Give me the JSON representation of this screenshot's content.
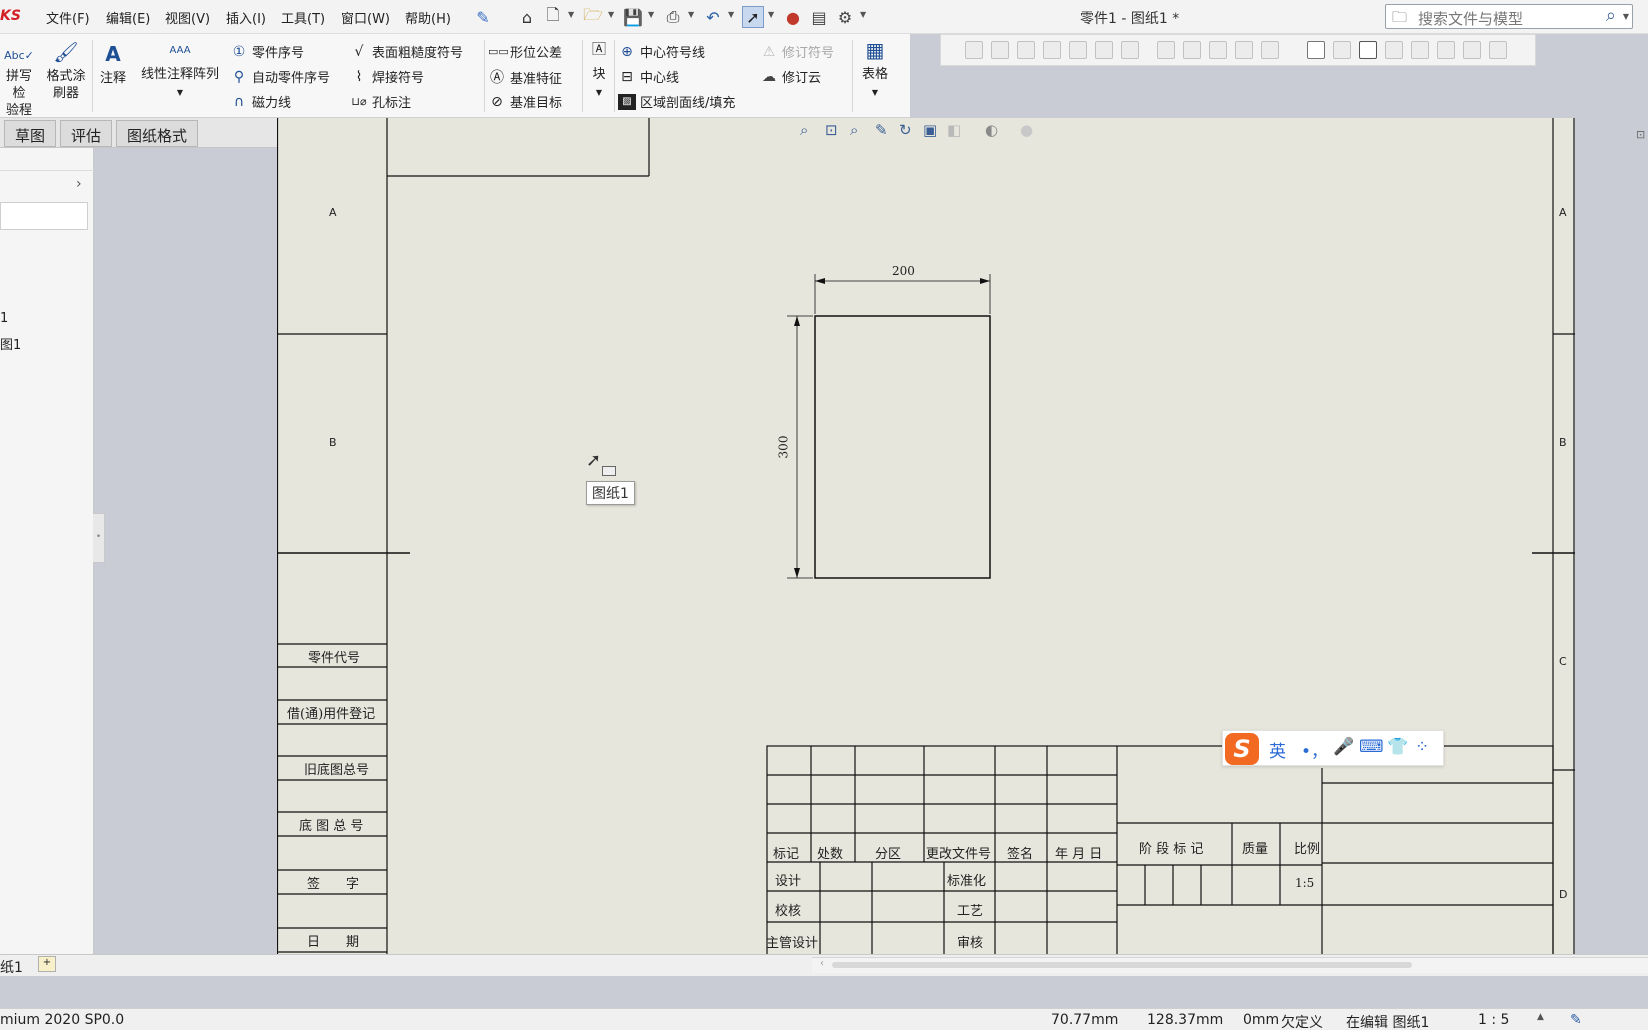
{
  "menubar": {
    "logo": "KS",
    "items": [
      "文件(F)",
      "编辑(E)",
      "视图(V)",
      "插入(I)",
      "工具(T)",
      "窗口(W)",
      "帮助(H)"
    ],
    "title": "零件1 - 图纸1 *",
    "search_placeholder": "搜索文件与模型"
  },
  "ribbon": {
    "spell_check_label_1": "拼写检",
    "spell_check_label_2": "验程序",
    "format_painter_label_1": "格式涂",
    "format_painter_label_2": "刷器",
    "note_label": "注释",
    "linear_pattern_label": "线性注释阵列",
    "balloon": "零件序号",
    "auto_balloon": "自动零件序号",
    "magnetic_line": "磁力线",
    "surface_finish": "表面粗糙度符号",
    "weld_symbol": "焊接符号",
    "hole_callout": "孔标注",
    "gtol": "形位公差",
    "datum_feature": "基准特征",
    "datum_target": "基准目标",
    "block_label": "块",
    "center_mark": "中心符号线",
    "centerline": "中心线",
    "area_hatch": "区域剖面线/填充",
    "revision_symbol": "修订符号",
    "revision_cloud": "修订云",
    "table_label": "表格"
  },
  "tabs": [
    "草图",
    "评估",
    "图纸格式"
  ],
  "left_panel": {
    "item_1": "1",
    "item_2": "图1"
  },
  "drawing": {
    "dim_width": "200",
    "dim_height": "300",
    "zone_labels_left": [
      "A",
      "B"
    ],
    "zone_labels_right": [
      "A",
      "B",
      "C",
      "D"
    ],
    "side_table": [
      "零件代号",
      "借(通)用件登记",
      "旧底图总号",
      "底 图 总 号",
      "签　　字",
      "日　　期"
    ],
    "title_block": {
      "headers": [
        "标记",
        "处数",
        "分区",
        "更改文件号",
        "签名",
        "年 月 日"
      ],
      "rows": [
        "设计",
        "校核",
        "主管设计"
      ],
      "mid_labels": [
        "标准化",
        "工艺",
        "审核"
      ],
      "stage": "阶 段 标 记",
      "weight": "质量",
      "scale": "比例",
      "scale_value": "1:5"
    }
  },
  "tooltip": "图纸1",
  "ime": {
    "lang": "英",
    "punct": "•，"
  },
  "sheet_tab": "纸1",
  "status": {
    "app": "mium 2020 SP0.0",
    "x": "70.77mm",
    "y": "128.37mm",
    "z": "0mm",
    "define": "欠定义",
    "editing": "在编辑 图纸1",
    "scale": "1 : 5"
  }
}
